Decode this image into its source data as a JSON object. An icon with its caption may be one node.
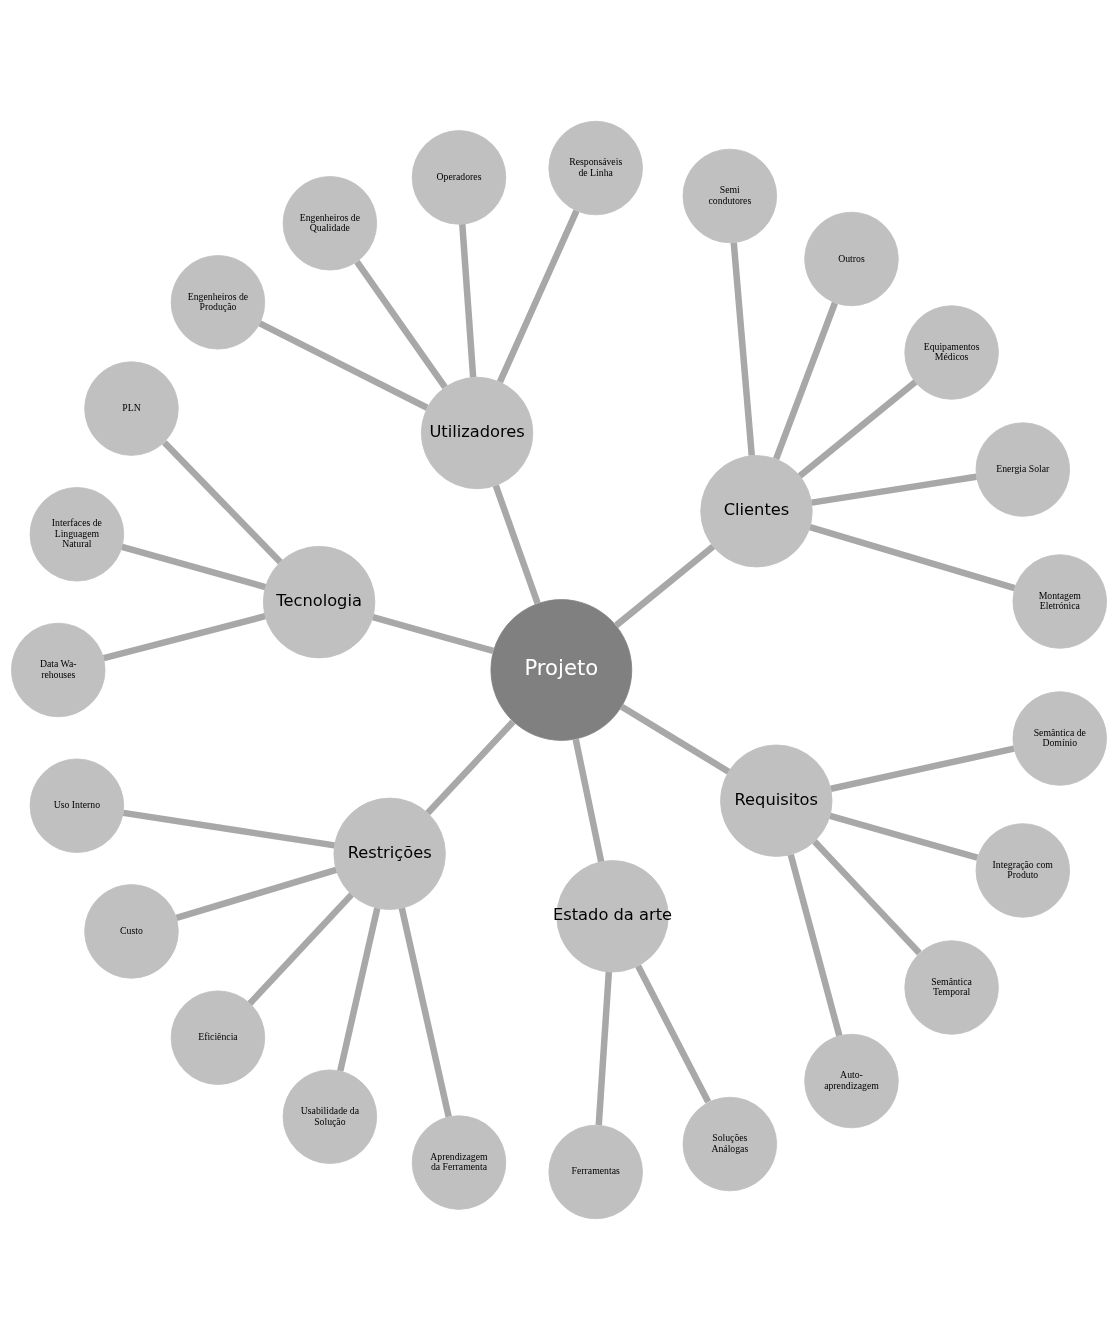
{
  "diagram": {
    "nodes": [
      {
        "text": [
          "Projeto"
        ]
      },
      {
        "text": [
          "Clientes"
        ]
      },
      {
        "text": [
          "Montagem Eletrónica"
        ]
      },
      {
        "text": [
          "Energia Solar"
        ]
      },
      {
        "text": [
          "Equipamentos Médicos"
        ]
      },
      {
        "text": [
          "Outros"
        ]
      },
      {
        "text": [
          "Semi condutores"
        ]
      },
      {
        "text": [
          "Utilizadores"
        ]
      },
      {
        "text": [
          "Responsáveis de Linha"
        ]
      },
      {
        "text": [
          "Operadores"
        ]
      },
      {
        "text": [
          "Engenheiros de Qualidade"
        ]
      },
      {
        "text": [
          "Engenheiros de Produção"
        ]
      },
      {
        "text": [
          "Tecnologia"
        ]
      },
      {
        "text": [
          "PLN"
        ]
      },
      {
        "text": [
          "Interfaces de Linguagem Natural"
        ]
      },
      {
        "text": [
          "Data Wa- rehouses"
        ]
      },
      {
        "text": [
          "Restrições"
        ]
      },
      {
        "text": [
          "Uso Interno"
        ]
      },
      {
        "text": [
          "Custo"
        ]
      },
      {
        "text": [
          "Eficiência"
        ]
      },
      {
        "text": [
          "Usabilidade da Solução"
        ]
      },
      {
        "text": [
          "Aprendizagem da Ferramenta"
        ]
      },
      {
        "text": [
          "Estado da arte"
        ]
      },
      {
        "text": [
          "Ferramentas"
        ]
      },
      {
        "text": [
          "Soluções Análogas"
        ]
      },
      {
        "text": [
          "Requisitos"
        ]
      },
      {
        "text": [
          "Auto- aprendizagem"
        ]
      },
      {
        "text": [
          "Semântica Temporal"
        ]
      },
      {
        "text": [
          "Integração com Produto"
        ]
      },
      {
        "text": [
          "Semântica de Domínio"
        ]
      }
    ],
    "edges": [
      {
        "from": 0,
        "to": 1,
        "arrow": "none"
      },
      {
        "from": 1,
        "to": 2,
        "arrow": "none"
      },
      {
        "from": 1,
        "to": 3,
        "arrow": "none"
      },
      {
        "from": 1,
        "to": 4,
        "arrow": "none"
      },
      {
        "from": 1,
        "to": 5,
        "arrow": "none"
      },
      {
        "from": 1,
        "to": 6,
        "arrow": "none"
      },
      {
        "from": 0,
        "to": 7,
        "arrow": "none"
      },
      {
        "from": 7,
        "to": 8,
        "arrow": "none"
      },
      {
        "from": 7,
        "to": 9,
        "arrow": "none"
      },
      {
        "from": 7,
        "to": 10,
        "arrow": "none"
      },
      {
        "from": 7,
        "to": 11,
        "arrow": "none"
      },
      {
        "from": 0,
        "to": 12,
        "arrow": "none"
      },
      {
        "from": 12,
        "to": 13,
        "arrow": "none"
      },
      {
        "from": 12,
        "to": 14,
        "arrow": "none"
      },
      {
        "from": 12,
        "to": 15,
        "arrow": "none"
      },
      {
        "from": 0,
        "to": 16,
        "arrow": "none"
      },
      {
        "from": 16,
        "to": 17,
        "arrow": "none"
      },
      {
        "from": 16,
        "to": 18,
        "arrow": "none"
      },
      {
        "from": 16,
        "to": 19,
        "arrow": "none"
      },
      {
        "from": 16,
        "to": 20,
        "arrow": "none"
      },
      {
        "from": 16,
        "to": 21,
        "arrow": "none"
      },
      {
        "from": 0,
        "to": 22,
        "arrow": "none"
      },
      {
        "from": 22,
        "to": 23,
        "arrow": "none"
      },
      {
        "from": 22,
        "to": 24,
        "arrow": "none"
      },
      {
        "from": 0,
        "to": 25,
        "arrow": "none"
      },
      {
        "from": 25,
        "to": 26,
        "arrow": "none"
      },
      {
        "from": 25,
        "to": 27,
        "arrow": "none"
      },
      {
        "from": 25,
        "to": 28,
        "arrow": "none"
      },
      {
        "from": 25,
        "to": 29,
        "arrow": "none"
      }
    ]
  }
}
